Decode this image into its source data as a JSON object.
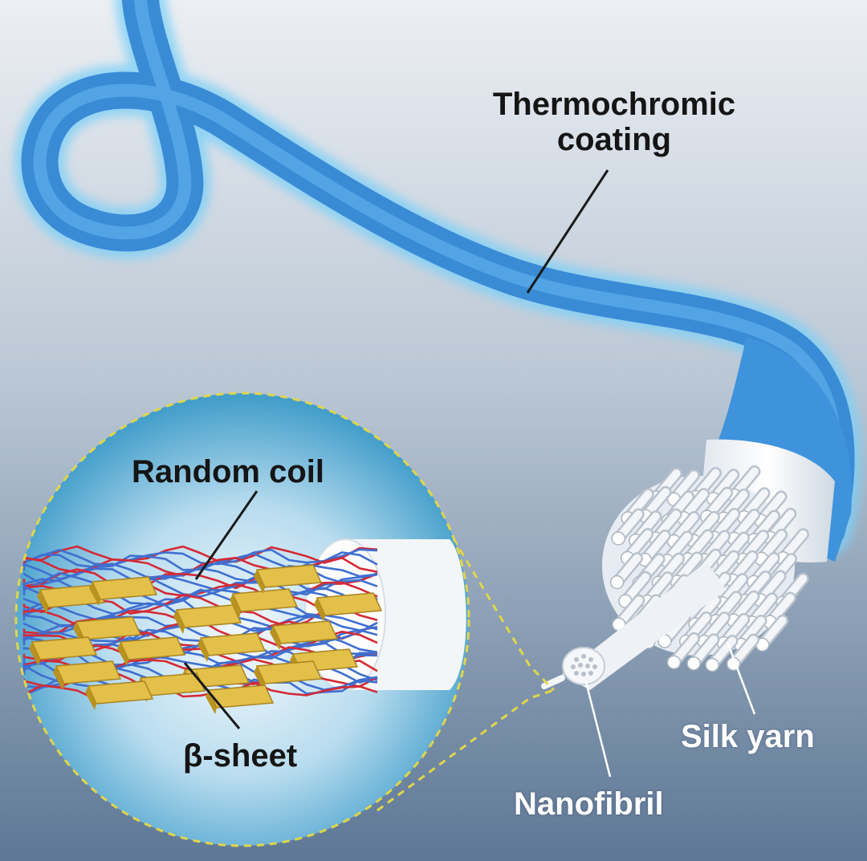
{
  "labels": {
    "thermochromic_line1": "Thermochromic",
    "thermochromic_line2": "coating",
    "random_coil": "Random coil",
    "beta_sheet": "β-sheet",
    "silk_yarn": "Silk yarn",
    "nanofibril": "Nanofibril"
  },
  "colors": {
    "background_top": "#e6ebf1",
    "background_bottom": "#5f7896",
    "coating_blue": "#3d8fd8",
    "coating_light": "#6ec3f3",
    "yarn_white": "#f2f3f5",
    "beta_sheet_gold": "#e3c04a",
    "random_coil_red": "#d42a35",
    "random_coil_blue": "#3f6fd0",
    "callout_dash": "#e0d64a"
  }
}
